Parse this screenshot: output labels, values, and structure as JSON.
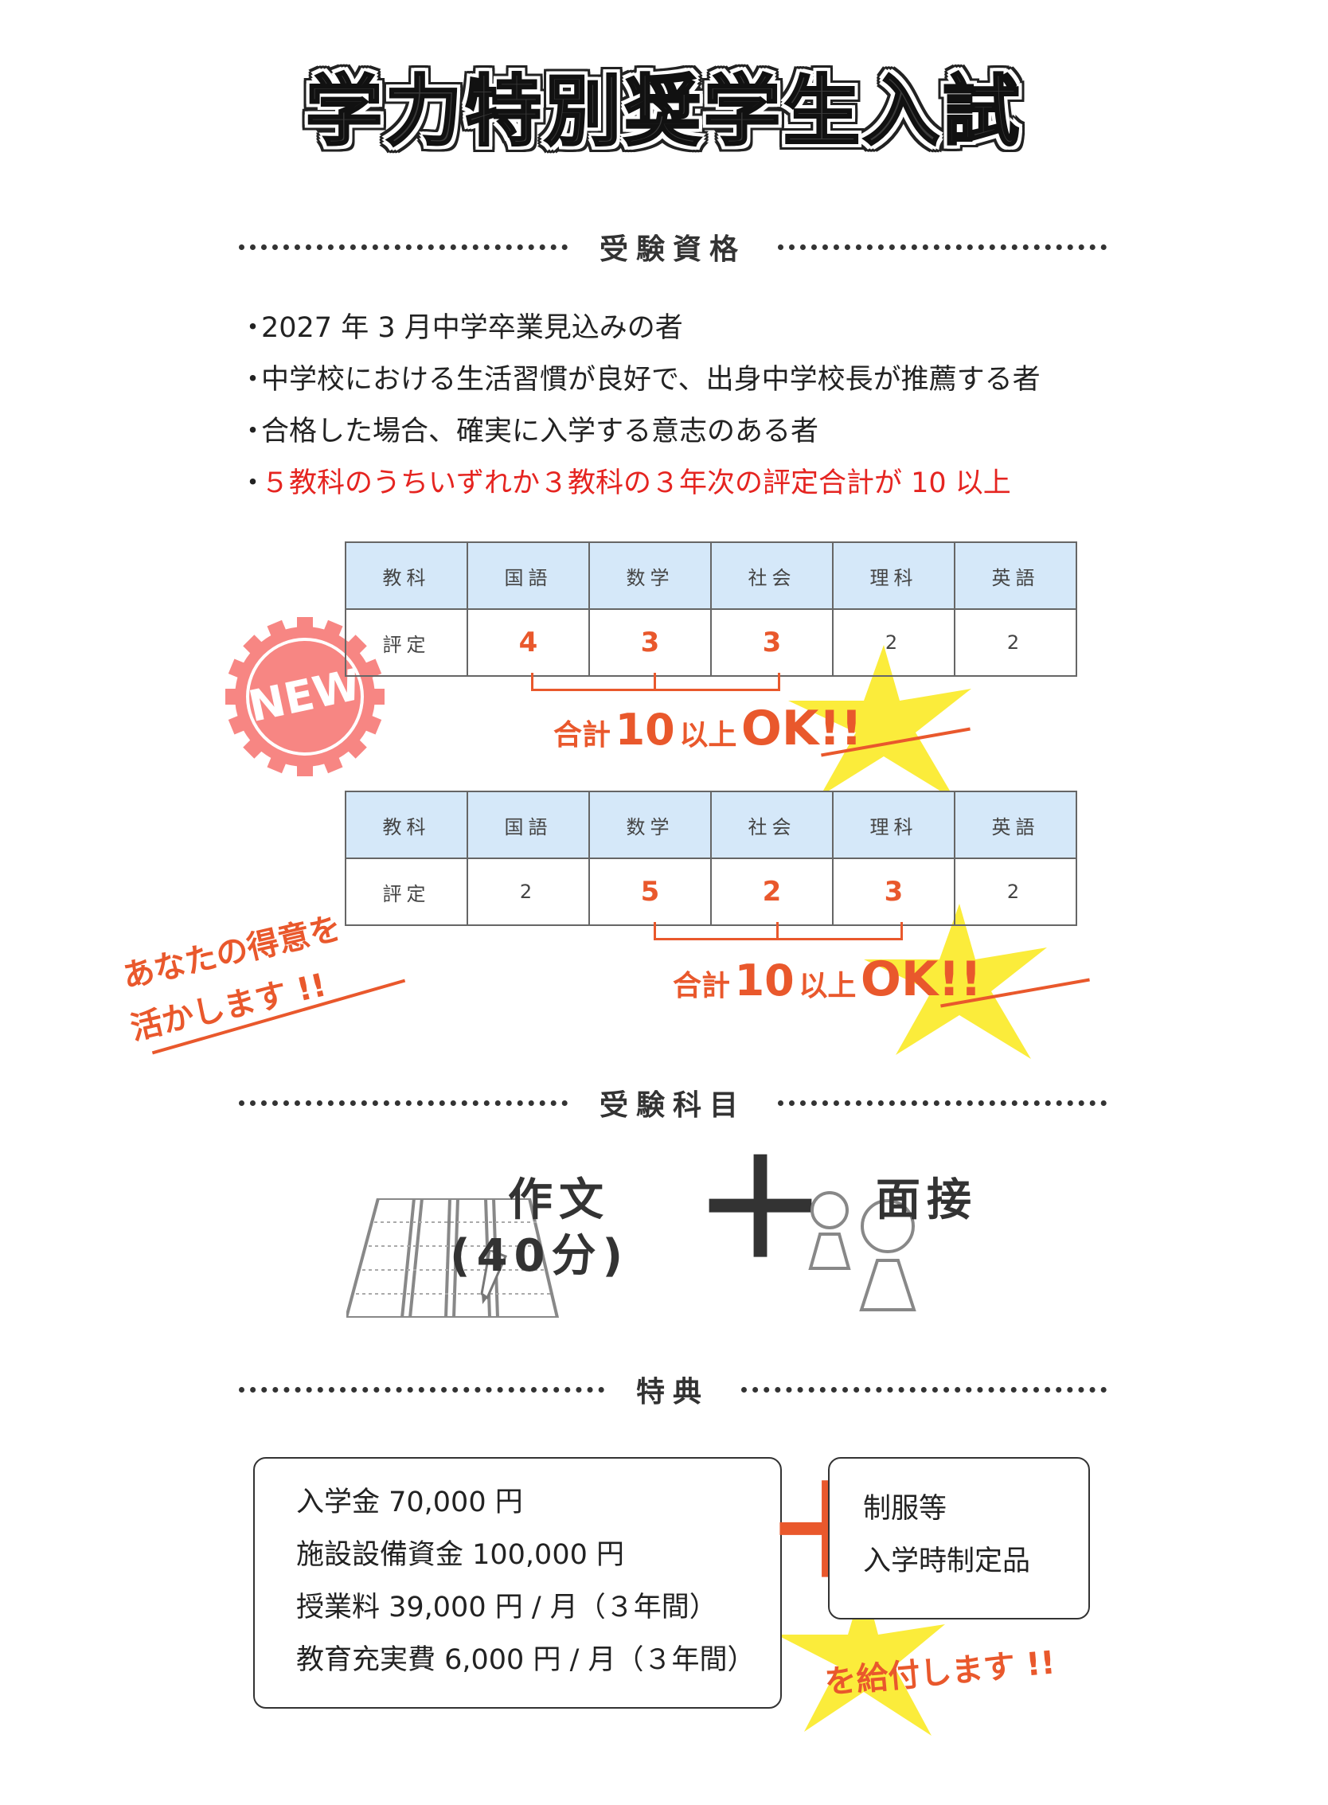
{
  "title": "学力特別奨学生入試",
  "sections": {
    "qualification": "受験資格",
    "subjects": "受験科目",
    "benefits": "特典"
  },
  "qualifications": [
    "2027 年 3 月中学卒業見込みの者",
    "中学校における生活習慣が良好で、出身中学校長が推薦する者",
    "合格した場合、確実に入学する意志のある者",
    "５教科のうちいずれか３教科の３年次の評定合計が 10 以上"
  ],
  "bullet": "・",
  "table1": {
    "headers": [
      "教科",
      "国語",
      "数学",
      "社会",
      "理科",
      "英語"
    ],
    "row_label": "評定",
    "values": [
      "4",
      "3",
      "3",
      "2",
      "2"
    ]
  },
  "table2": {
    "headers": [
      "教科",
      "国語",
      "数学",
      "社会",
      "理科",
      "英語"
    ],
    "row_label": "評定",
    "values": [
      "2",
      "5",
      "2",
      "3",
      "2"
    ]
  },
  "ok_badge": {
    "prefix": "合計",
    "number": "10",
    "suffix": "以上",
    "ok": "OK!!"
  },
  "new_badge": "NEW",
  "strength_note": [
    "あなたの得意を",
    "活かします !!"
  ],
  "exam": {
    "essay_label": "作文",
    "essay_time": "(40分)",
    "plus": "＋",
    "interview_label": "面接"
  },
  "benefits": {
    "fees": [
      "入学金 70,000 円",
      "施設設備資金 100,000 円",
      "授業料 39,000 円 / 月（３年間）",
      "教育充実費 6,000 円 / 月（３年間）"
    ],
    "items": [
      "制服等",
      "入学時制定品"
    ],
    "award": "を給付します !!"
  },
  "colors": {
    "accent": "#e9582c",
    "red_text": "#e52420",
    "table_header": "#d5e8f9",
    "star": "#fbec3b",
    "badge": "#f78683"
  }
}
